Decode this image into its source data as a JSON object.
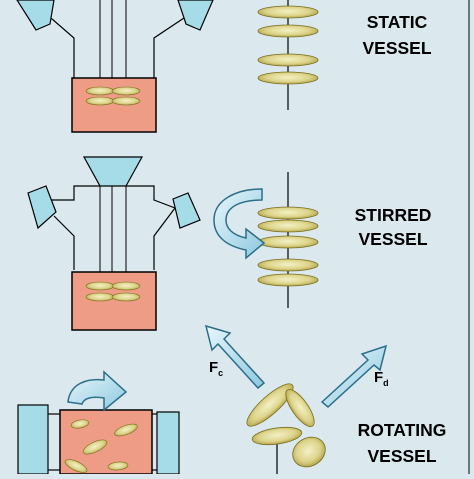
{
  "labels": {
    "static_line1": "STATIC",
    "static_line2": "VESSEL",
    "stirred_line1": "STIRRED",
    "stirred_line2": "VESSEL",
    "rotating_line1": "ROTATING",
    "rotating_line2": "VESSEL",
    "force_c_main": "F",
    "force_c_sub": "c",
    "force_d_main": "F",
    "force_d_sub": "d"
  },
  "colors": {
    "background": "#dbe9ef",
    "vessel_fill": "#ffffff",
    "medium_fill": "#ee9c86",
    "port_fill": "#a6dbe8",
    "disc_fill": "#e9e3a2",
    "disc_dark": "#b5a84a",
    "arrow_fill": "#c4e6f2",
    "arrow_stroke": "#2d6e88"
  },
  "icons": [
    "static-vessel-icon",
    "stirred-vessel-icon",
    "rotating-vessel-icon",
    "rotation-arrow-icon",
    "force-arrow-icon",
    "disc-stack-icon"
  ]
}
